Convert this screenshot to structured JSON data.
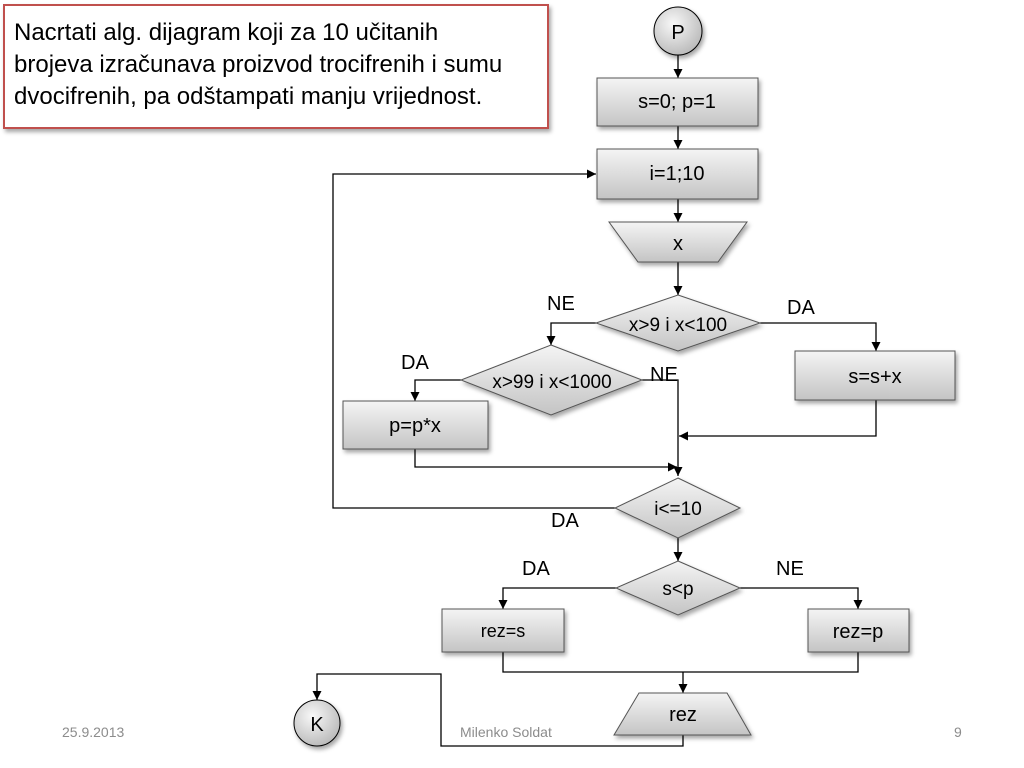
{
  "task": {
    "line1": "Nacrtati alg. dijagram koji za 10 učitanih",
    "line2": "brojeva izračunava proizvod trocifrenih i sumu",
    "line3": "dvocifrenih, pa odštampati manju vrijednost."
  },
  "flowchart": {
    "start": "P",
    "init": "s=0; p=1",
    "loop": "i=1;10",
    "input": "x",
    "cond_two_digit": "x>9 i x<100",
    "cond_two_digit_yes": "DA",
    "cond_two_digit_no": "NE",
    "sum_step": "s=s+x",
    "cond_three_digit": "x>99 i x<1000",
    "cond_three_digit_yes": "DA",
    "cond_three_digit_no": "NE",
    "product_step": "p=p*x",
    "loop_check": "i<=10",
    "loop_check_yes": "DA",
    "compare": "s<p",
    "compare_yes": "DA",
    "compare_no": "NE",
    "assign_s": "rez=s",
    "assign_p": "rez=p",
    "output": "rez",
    "end": "K"
  },
  "footer": {
    "date": "25.9.2013",
    "author": "Milenko Soldat",
    "page": "9"
  },
  "colors": {
    "border_accent": "#c0504d",
    "shape_fill_top": "#f4f4f4",
    "shape_fill_bottom": "#c4c4c4",
    "line": "#000000"
  }
}
